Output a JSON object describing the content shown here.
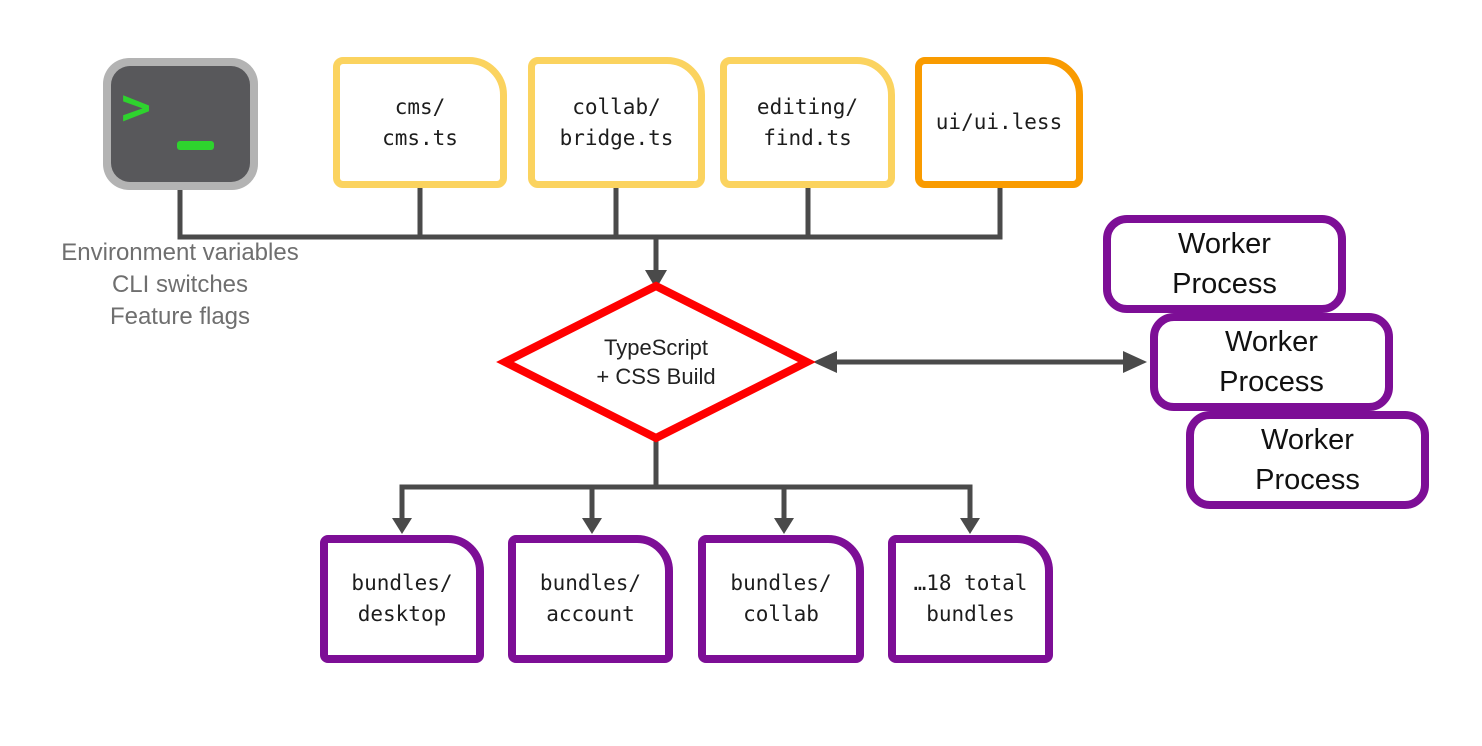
{
  "palette": {
    "yellow": "#FBD35F",
    "orange": "#F99B00",
    "purple": "#7D0E96",
    "red": "#FF0000",
    "line": "#4A4A4A",
    "terminal-frame": "#B3B3B3",
    "terminal-screen": "#58585B",
    "terminal-green": "#2ED32E",
    "muted-text": "#6F6F6F",
    "text": "#1D1D1D"
  },
  "terminal": {
    "prompt": ">",
    "caption_lines": [
      "Environment variables",
      "CLI switches",
      "Feature flags"
    ]
  },
  "sources": [
    {
      "label": "cms/\ncms.ts"
    },
    {
      "label": "collab/\nbridge.ts"
    },
    {
      "label": "editing/\nfind.ts"
    },
    {
      "label": "ui/ui.less"
    }
  ],
  "build": {
    "label": "TypeScript\n+ CSS Build"
  },
  "workers": [
    {
      "label": "Worker\nProcess"
    },
    {
      "label": "Worker\nProcess"
    },
    {
      "label": "Worker\nProcess"
    }
  ],
  "bundles": [
    {
      "label": "bundles/\ndesktop"
    },
    {
      "label": "bundles/\naccount"
    },
    {
      "label": "bundles/\ncollab"
    },
    {
      "label": "…18 total\nbundles"
    }
  ]
}
